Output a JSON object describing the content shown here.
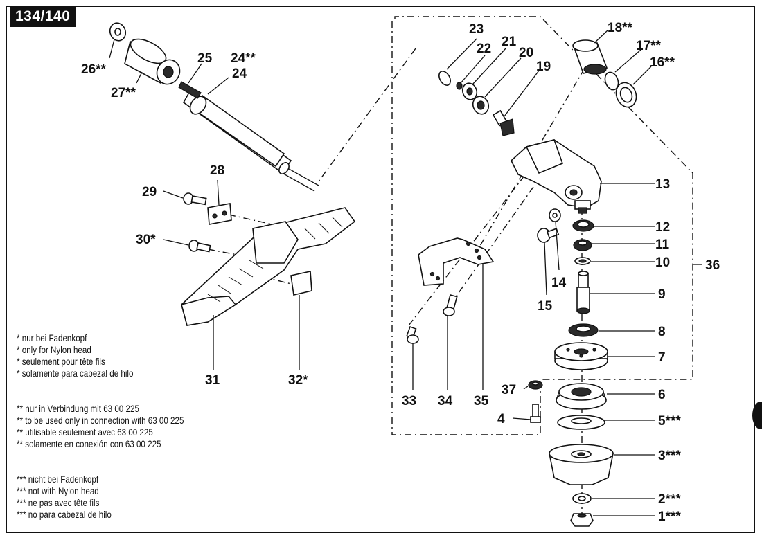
{
  "page_badge": "134/140",
  "callouts": {
    "c1": "1***",
    "c2": "2***",
    "c3": "3***",
    "c4": "4",
    "c5": "5***",
    "c6": "6",
    "c7": "7",
    "c8": "8",
    "c9": "9",
    "c10": "10",
    "c11": "11",
    "c12": "12",
    "c13": "13",
    "c14": "14",
    "c15": "15",
    "c16": "16**",
    "c17": "17**",
    "c18": "18**",
    "c19": "19",
    "c20": "20",
    "c21": "21",
    "c22": "22",
    "c23": "23",
    "c24": "24",
    "c24b": "24**",
    "c25": "25",
    "c26": "26**",
    "c27": "27**",
    "c28": "28",
    "c29": "29",
    "c30": "30*",
    "c31": "31",
    "c32": "32*",
    "c33": "33",
    "c34": "34",
    "c35": "35",
    "c36": "36",
    "c37": "37"
  },
  "notes": {
    "single": [
      "* nur bei Fadenkopf",
      "* only for Nylon head",
      "* seulement pour tête fils",
      "* solamente para cabezal de hilo"
    ],
    "double": [
      "** nur in Verbindung mit 63 00 225",
      "** to be used only in connection with 63 00 225",
      "** utilisable seulement avec 63 00 225",
      "** solamente en conexión con 63 00 225"
    ],
    "triple": [
      "*** nicht bei Fadenkopf",
      "*** not with Nylon head",
      "*** ne pas avec  tête fils",
      "*** no  para cabezal de hilo"
    ]
  }
}
